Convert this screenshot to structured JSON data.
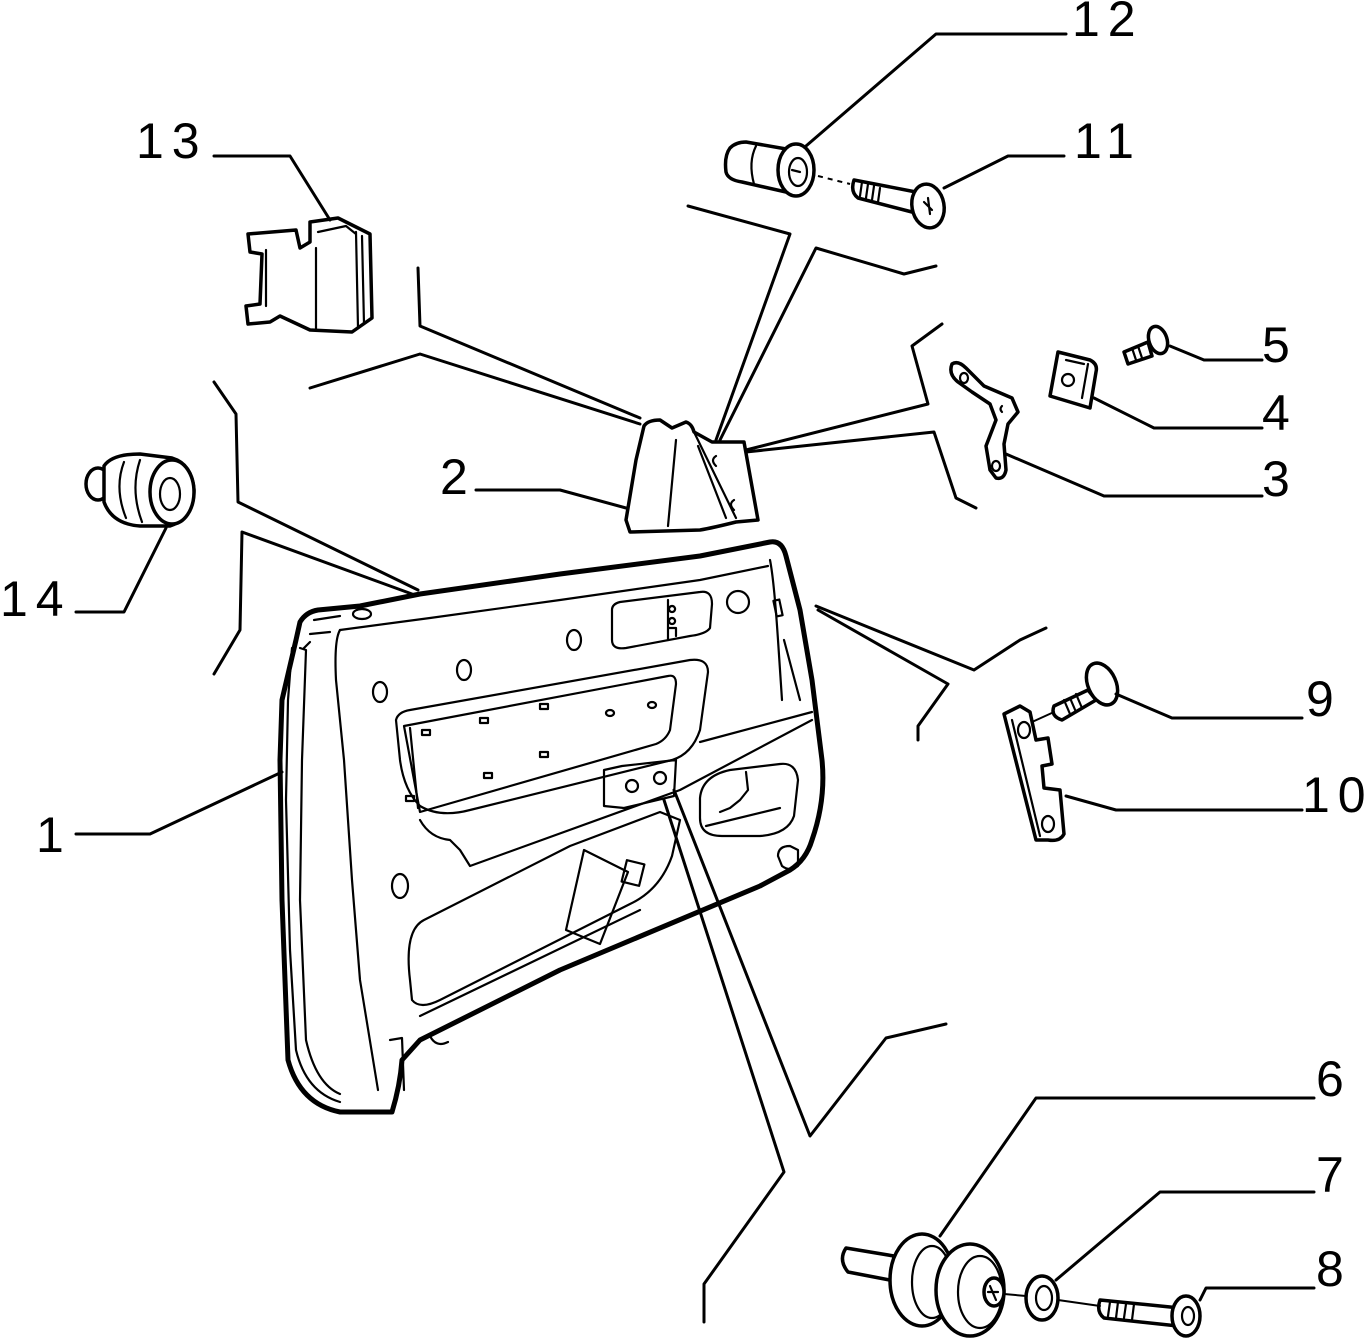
{
  "diagram": {
    "title": "Door trim panel — exploded parts view",
    "parts": [
      {
        "id": "1",
        "label": "1",
        "name": "door-trim-panel"
      },
      {
        "id": "2",
        "label": "2",
        "name": "mirror-corner-trim"
      },
      {
        "id": "3",
        "label": "3",
        "name": "bracket"
      },
      {
        "id": "4",
        "label": "4",
        "name": "clip-nut"
      },
      {
        "id": "5",
        "label": "5",
        "name": "screw"
      },
      {
        "id": "6",
        "label": "6",
        "name": "door-pin-bushing"
      },
      {
        "id": "7",
        "label": "7",
        "name": "washer"
      },
      {
        "id": "8",
        "label": "8",
        "name": "screw"
      },
      {
        "id": "9",
        "label": "9",
        "name": "screw"
      },
      {
        "id": "10",
        "label": "10",
        "name": "mounting-plate"
      },
      {
        "id": "11",
        "label": "11",
        "name": "screw"
      },
      {
        "id": "12",
        "label": "12",
        "name": "spacer-bushing"
      },
      {
        "id": "13",
        "label": "13",
        "name": "retaining-clip"
      },
      {
        "id": "14",
        "label": "14",
        "name": "grommet"
      }
    ]
  }
}
